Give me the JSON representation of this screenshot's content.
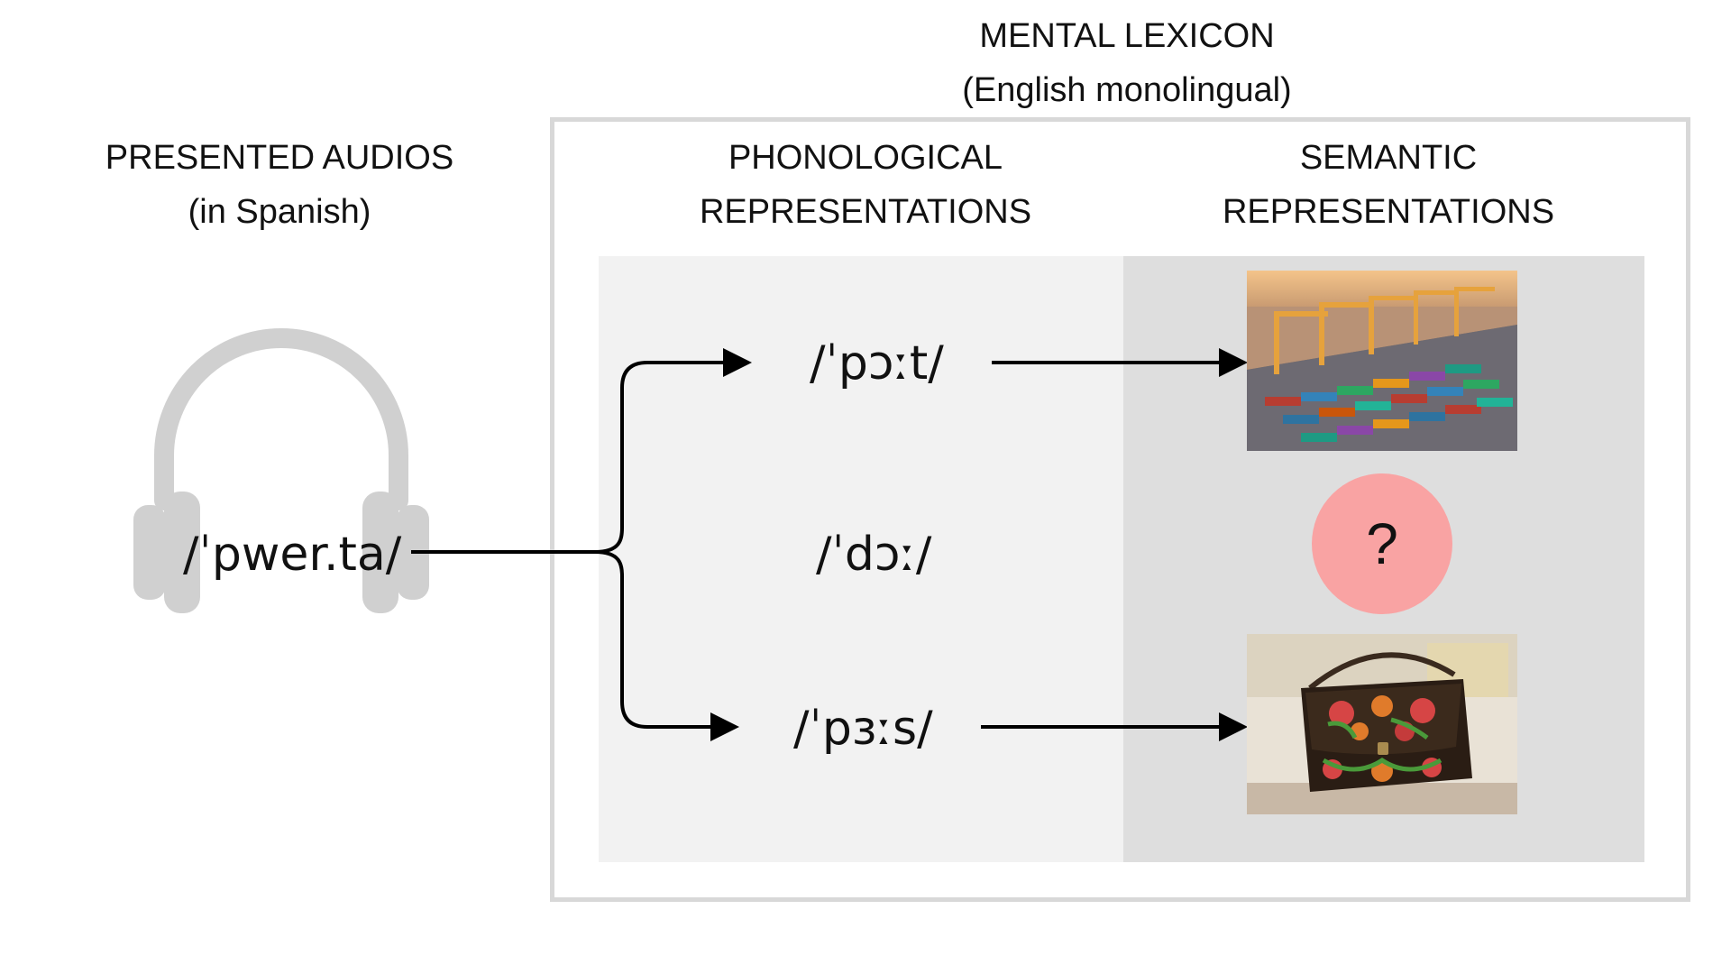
{
  "titles": {
    "lexicon_line1": "MENTAL LEXICON",
    "lexicon_line2": "(English monolingual)",
    "audios_line1": "PRESENTED AUDIOS",
    "audios_line2": "(in Spanish)",
    "phonological_line1": "PHONOLOGICAL",
    "phonological_line2": "REPRESENTATIONS",
    "semantic_line1": "SEMANTIC",
    "semantic_line2": "REPRESENTATIONS"
  },
  "audio": {
    "stimulus": "/ˈpwer.ta/",
    "icon": "headphones-icon"
  },
  "phonological": [
    {
      "ipa": "/ˈpɔːt/"
    },
    {
      "ipa": "/ˈdɔː/"
    },
    {
      "ipa": "/ˈpɜːs/"
    }
  ],
  "semantic": [
    {
      "image": "container-port-photo"
    },
    {
      "symbol": "?"
    },
    {
      "image": "embroidered-handbag-photo"
    }
  ],
  "colors": {
    "box_border": "#d8d8d8",
    "phonological_panel": "#f2f2f2",
    "semantic_panel": "#dedede",
    "headphones": "#d0d0d0",
    "unknown_circle": "#f9a3a3"
  }
}
